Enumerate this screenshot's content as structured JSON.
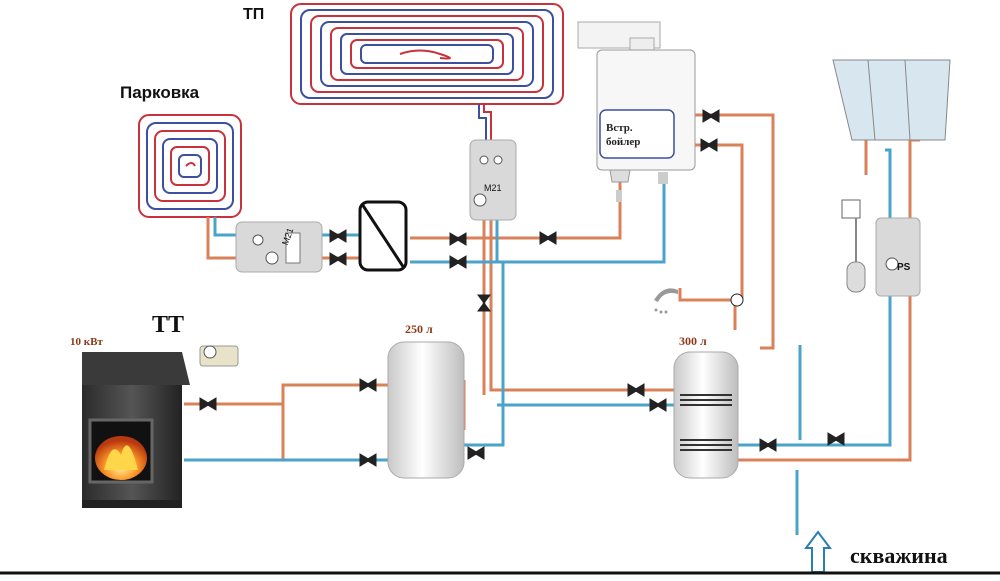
{
  "labels": {
    "underfloor": "ТП",
    "parking": "Парковка",
    "solid_fuel_boiler": "ТТ",
    "boiler_power": "10 кВт",
    "tank_250": "250 л",
    "tank_300": "300 л",
    "boiler_line1": "Встр.",
    "boiler_line2": "бойлер",
    "well": "скважина",
    "mixer_1": "M21",
    "mixer_2": "M21",
    "solar_group": "PS"
  },
  "colors": {
    "hot_pipe": "#d9825a",
    "cold_pipe": "#4aa3c8",
    "loop_red": "#c8323c",
    "loop_blue": "#3c4fa0",
    "component_gray": "#d9d9d9",
    "solar_panel": "#d8e6f0",
    "fire": "#ff8a1e"
  },
  "icons": {
    "valve": "butterfly-valve-icon",
    "heat_exchanger": "heat-exchanger-icon",
    "shower": "shower-icon",
    "arrow": "up-arrow-icon"
  }
}
